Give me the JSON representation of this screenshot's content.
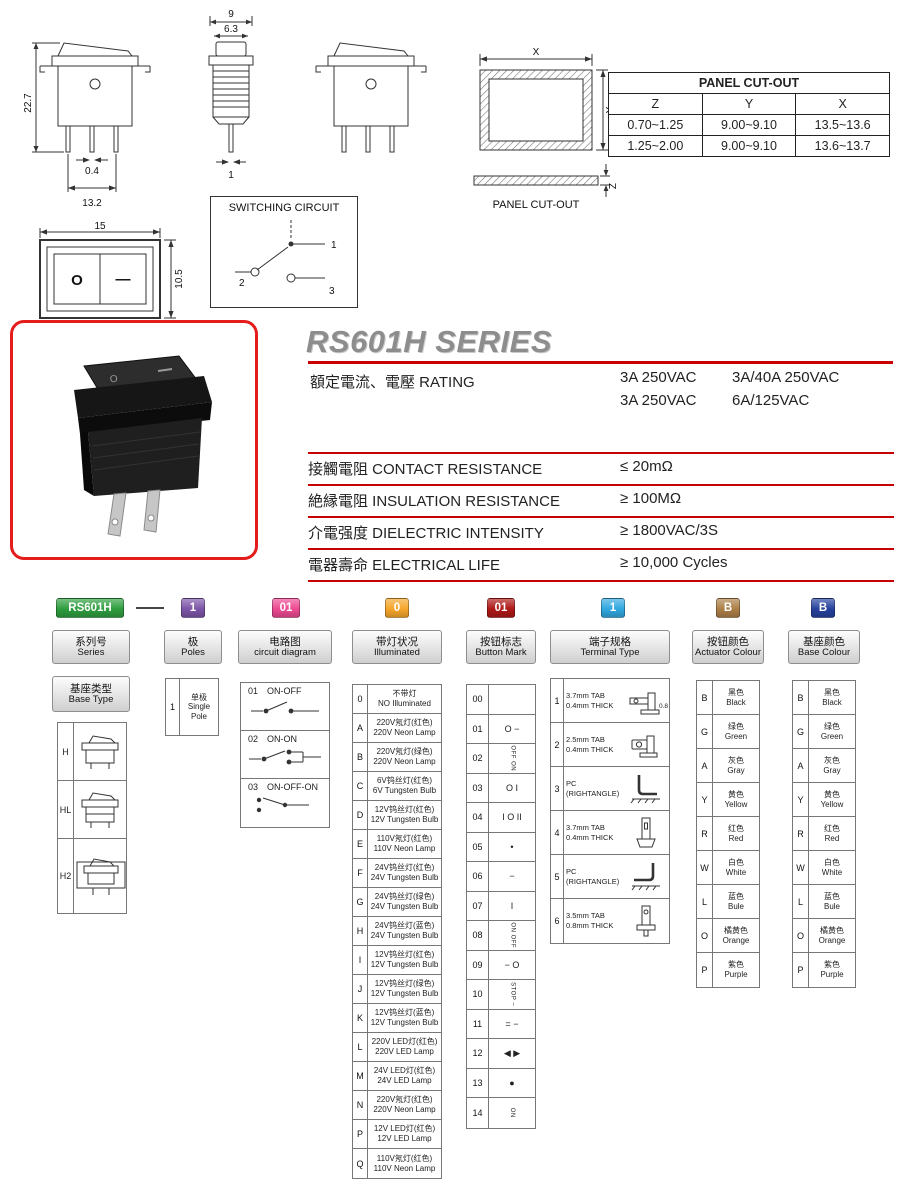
{
  "page": {
    "title": "RS601H SERIES"
  },
  "drawings": {
    "side_view": {
      "height": "22.7",
      "pin_thickness": "0.4",
      "pin_span": "13.2"
    },
    "front_view": {
      "width": "9",
      "inner_width": "6.3",
      "pin_width": "1"
    },
    "face_view": {
      "width": "15",
      "height": "10.5",
      "mark_on": "O",
      "mark_off": "—"
    },
    "switching_circuit": {
      "title": "SWITCHING CIRCUIT",
      "pin1": "1",
      "pin2": "2",
      "pin3": "3"
    },
    "panel_cutout": {
      "dim_x": "X",
      "dim_y": "Y",
      "dim_z": "Z",
      "caption": "PANEL CUT-OUT"
    },
    "cutout_table": {
      "title": "PANEL CUT-OUT",
      "headers": [
        "Z",
        "Y",
        "X"
      ],
      "rows": [
        [
          "0.70~1.25",
          "9.00~9.10",
          "13.5~13.6"
        ],
        [
          "1.25~2.00",
          "9.00~9.10",
          "13.6~13.7"
        ]
      ]
    }
  },
  "specs": {
    "accent_color": "#c80000",
    "rating_label": "額定電流、電壓 RATING",
    "rating_rows": [
      {
        "a": "3A 250VAC",
        "b": "3A/40A 250VAC"
      },
      {
        "a": "3A 250VAC",
        "b": "6A/125VAC"
      }
    ],
    "rows": [
      {
        "label": "接觸電阻 CONTACT RESISTANCE",
        "value": "≤ 20mΩ"
      },
      {
        "label": "絶縁電阻 INSULATION RESISTANCE",
        "value": "≥ 100MΩ"
      },
      {
        "label": "介電强度 DIELECTRIC INTENSITY",
        "value": "≥ 1800VAC/3S"
      },
      {
        "label": "電器壽命 ELECTRICAL LIFE",
        "value": "≥ 10,000 Cycles"
      }
    ]
  },
  "ordering": {
    "tags": [
      {
        "label": "RS601H",
        "color": "#2f9e3f"
      },
      {
        "label": "1",
        "color": "#7d55a8"
      },
      {
        "label": "01",
        "color": "#ed4a93"
      },
      {
        "label": "0",
        "color": "#f5a62b"
      },
      {
        "label": "01",
        "color": "#ae1917"
      },
      {
        "label": "1",
        "color": "#31a8e0"
      },
      {
        "label": "B",
        "color": "#ad8048"
      },
      {
        "label": "B",
        "color": "#27429e"
      }
    ],
    "series": {
      "header_cn": "系列号",
      "header_en": "Series",
      "base_type_cn": "基座类型",
      "base_type_en": "Base Type",
      "items": [
        {
          "code": "H"
        },
        {
          "code": "HL"
        },
        {
          "code": "H2"
        }
      ]
    },
    "poles": {
      "header_cn": "极",
      "header_en": "Poles",
      "items": [
        {
          "code": "1",
          "cn": "单极",
          "en": "Single Pole"
        }
      ]
    },
    "circuit": {
      "header_cn": "电路图",
      "header_en": "circuit diagram",
      "items": [
        {
          "code": "01",
          "label": "ON-OFF"
        },
        {
          "code": "02",
          "label": "ON-ON"
        },
        {
          "code": "03",
          "label": "ON-OFF-ON"
        }
      ]
    },
    "illuminated": {
      "header_cn": "带灯状况",
      "header_en": "Illuminated",
      "items": [
        {
          "code": "0",
          "cn": "不带灯",
          "en": "NO Illuminated"
        },
        {
          "code": "A",
          "cn": "220V氖灯(红色)",
          "en": "220V Neon Lamp"
        },
        {
          "code": "B",
          "cn": "220V氖灯(绿色)",
          "en": "220V Neon Lamp"
        },
        {
          "code": "C",
          "cn": "6V钨丝灯(红色)",
          "en": "6V Tungsten Bulb"
        },
        {
          "code": "D",
          "cn": "12V钨丝灯(红色)",
          "en": "12V Tungsten Bulb"
        },
        {
          "code": "E",
          "cn": "110V氖灯(红色)",
          "en": "110V Neon Lamp"
        },
        {
          "code": "F",
          "cn": "24V钨丝灯(红色)",
          "en": "24V Tungsten Bulb"
        },
        {
          "code": "G",
          "cn": "24V钨丝灯(绿色)",
          "en": "24V Tungsten Bulb"
        },
        {
          "code": "H",
          "cn": "24V钨丝灯(蓝色)",
          "en": "24V Tungsten Bulb"
        },
        {
          "code": "I",
          "cn": "12V钨丝灯(红色)",
          "en": "12V Tungsten Bulb"
        },
        {
          "code": "J",
          "cn": "12V钨丝灯(绿色)",
          "en": "12V Tungsten Bulb"
        },
        {
          "code": "K",
          "cn": "12V钨丝灯(蓝色)",
          "en": "12V Tungsten Bulb"
        },
        {
          "code": "L",
          "cn": "220V LED灯(红色)",
          "en": "220V LED Lamp"
        },
        {
          "code": "M",
          "cn": "24V LED灯(红色)",
          "en": "24V LED Lamp"
        },
        {
          "code": "N",
          "cn": "220V氖灯(红色)",
          "en": "220V Neon Lamp"
        },
        {
          "code": "P",
          "cn": "12V LED灯(红色)",
          "en": "12V LED Lamp"
        },
        {
          "code": "Q",
          "cn": "110V氖灯(红色)",
          "en": "110V Neon Lamp"
        }
      ]
    },
    "button_mark": {
      "header_cn": "按钮标志",
      "header_en": "Button Mark",
      "items": [
        {
          "code": "00",
          "mark": ""
        },
        {
          "code": "01",
          "mark": "O −"
        },
        {
          "code": "02",
          "mark": "OFF ON",
          "cls": "rot"
        },
        {
          "code": "03",
          "mark": "O I"
        },
        {
          "code": "04",
          "mark": "I O II"
        },
        {
          "code": "05",
          "mark": "•"
        },
        {
          "code": "06",
          "mark": "−"
        },
        {
          "code": "07",
          "mark": "I"
        },
        {
          "code": "08",
          "mark": "ON OFF",
          "cls": "rot"
        },
        {
          "code": "09",
          "mark": "− O"
        },
        {
          "code": "10",
          "mark": "STOP −",
          "cls": "rot"
        },
        {
          "code": "11",
          "mark": "= −"
        },
        {
          "code": "12",
          "mark": "◀ ▶"
        },
        {
          "code": "13",
          "mark": "●"
        },
        {
          "code": "14",
          "mark": "ON",
          "cls": "rot"
        }
      ]
    },
    "terminal": {
      "header_cn": "端子规格",
      "header_en": "Terminal Type",
      "items": [
        {
          "code": "1",
          "line1": "3.7mm TAB",
          "line2": "0.4mm THICK",
          "note": "0.8"
        },
        {
          "code": "2",
          "line1": "2.5mm TAB",
          "line2": "0.4mm THICK",
          "note": ""
        },
        {
          "code": "3",
          "line1": "PC",
          "line2": "(RIGHTANGLE)",
          "note": ""
        },
        {
          "code": "4",
          "line1": "3.7mm TAB",
          "line2": "0.4mm THICK",
          "note": ""
        },
        {
          "code": "5",
          "line1": "PC",
          "line2": "(RIGHTANGLE)",
          "note": ""
        },
        {
          "code": "6",
          "line1": "3.5mm TAB",
          "line2": "0.8mm THICK",
          "note": ""
        }
      ]
    },
    "actuator_colour": {
      "header_cn": "按钮颜色",
      "header_en": "Actuator Colour",
      "items": [
        {
          "code": "B",
          "cn": "黑色",
          "en": "Black"
        },
        {
          "code": "G",
          "cn": "绿色",
          "en": "Green"
        },
        {
          "code": "A",
          "cn": "灰色",
          "en": "Gray"
        },
        {
          "code": "Y",
          "cn": "黄色",
          "en": "Yellow"
        },
        {
          "code": "R",
          "cn": "红色",
          "en": "Red"
        },
        {
          "code": "W",
          "cn": "白色",
          "en": "White"
        },
        {
          "code": "L",
          "cn": "蓝色",
          "en": "Bule"
        },
        {
          "code": "O",
          "cn": "橘黄色",
          "en": "Orange"
        },
        {
          "code": "P",
          "cn": "紫色",
          "en": "Purple"
        }
      ]
    },
    "base_colour": {
      "header_cn": "基座颜色",
      "header_en": "Base Colour",
      "items": [
        {
          "code": "B",
          "cn": "黑色",
          "en": "Black"
        },
        {
          "code": "G",
          "cn": "绿色",
          "en": "Green"
        },
        {
          "code": "A",
          "cn": "灰色",
          "en": "Gray"
        },
        {
          "code": "Y",
          "cn": "黄色",
          "en": "Yellow"
        },
        {
          "code": "R",
          "cn": "红色",
          "en": "Red"
        },
        {
          "code": "W",
          "cn": "白色",
          "en": "White"
        },
        {
          "code": "L",
          "cn": "蓝色",
          "en": "Bule"
        },
        {
          "code": "O",
          "cn": "橘黄色",
          "en": "Orange"
        },
        {
          "code": "P",
          "cn": "紫色",
          "en": "Purple"
        }
      ]
    }
  }
}
